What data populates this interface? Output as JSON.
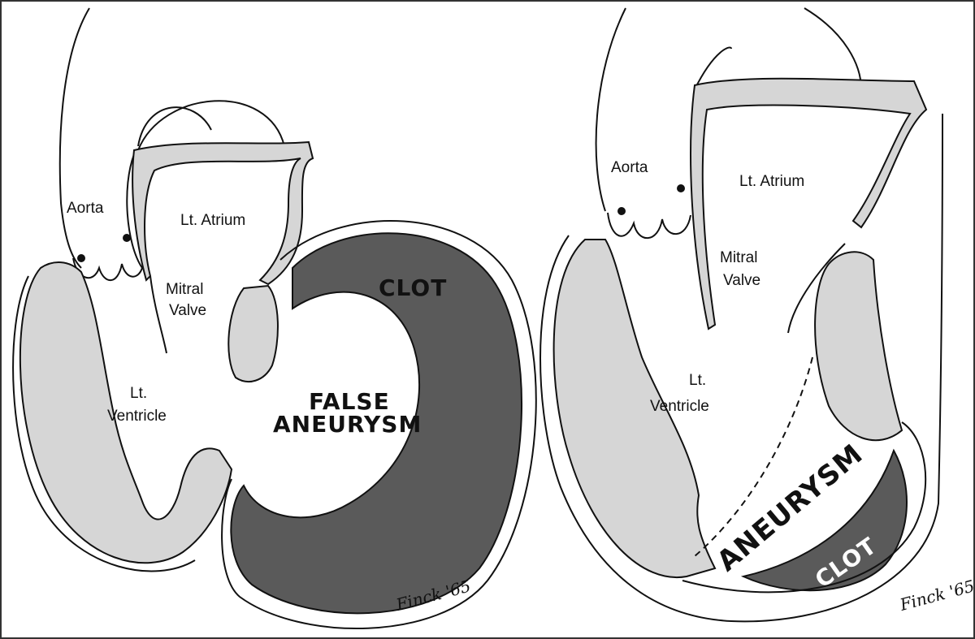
{
  "left_panel": {
    "labels": {
      "aorta": "Aorta",
      "atrium": "Lt. Atrium",
      "mitral_1": "Mitral",
      "mitral_2": "Valve",
      "ventricle_1": "Lt.",
      "ventricle_2": "Ventricle",
      "clot": "CLOT",
      "false_aneurysm_1": "FALSE",
      "false_aneurysm_2": "ANEURYSM"
    },
    "signature": "Finck '65"
  },
  "right_panel": {
    "labels": {
      "aorta": "Aorta",
      "atrium": "Lt. Atrium",
      "mitral_1": "Mitral",
      "mitral_2": "Valve",
      "ventricle_1": "Lt.",
      "ventricle_2": "Ventricle",
      "aneurysm": "ANEURYSM",
      "clot": "CLOT"
    },
    "signature": "Finck '65"
  }
}
